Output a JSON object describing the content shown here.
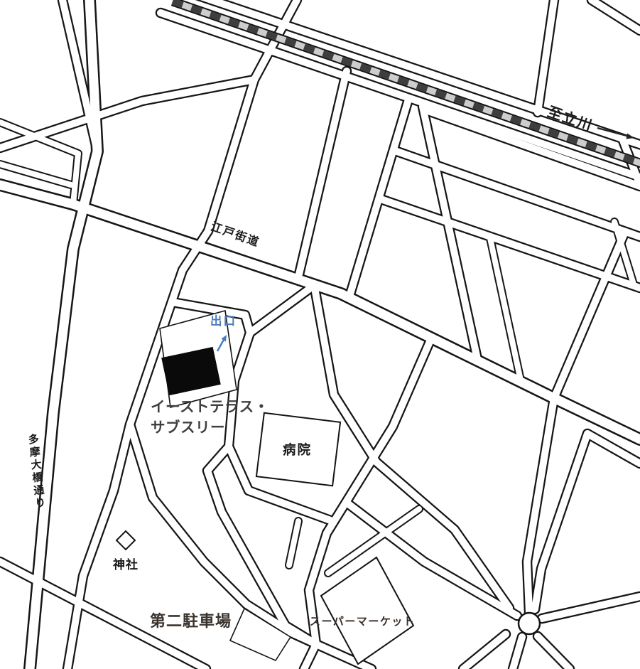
{
  "labels": {
    "direction_sign": "至立川",
    "edo_kaido": "江戸街道",
    "exit": "出口",
    "destination_line1": "イーストテラス・",
    "destination_line2": "サブスリー",
    "hospital": "病院",
    "tama_ohashi_dori": "多摩大橋通り",
    "shrine": "神社",
    "parking": "第二駐車場",
    "supermarket": "スーパーマーケット"
  },
  "colors": {
    "ink": "#1a1a1a",
    "road_casing": "#161616",
    "accent_blue": "#4a7bbd",
    "destination_text": "#3f3f3f",
    "parking_text": "#3a332d",
    "supermarket_text": "#382f28",
    "railway_dash_dark": "#3e3e3e",
    "railway_base_light": "#cdcdcd",
    "background": "#ffffff"
  }
}
